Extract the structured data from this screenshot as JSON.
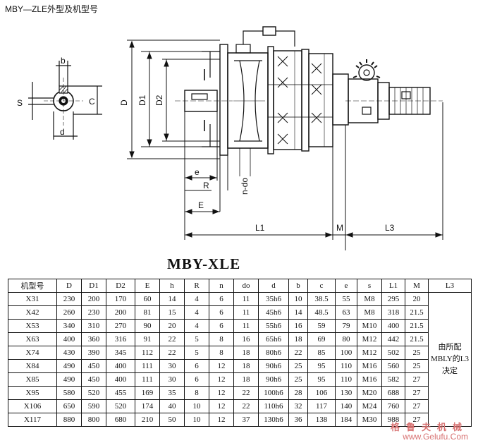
{
  "title": "MBY—ZLE外型及机型号",
  "model_caption": "MBY-XLE",
  "drawing_labels": {
    "b": "b",
    "S": "S",
    "C": "C",
    "d": "d",
    "D": "D",
    "D1": "D1",
    "D2": "D2",
    "e": "e",
    "R": "R",
    "E": "E",
    "n_do": "n-do",
    "L1": "L1",
    "M": "M",
    "L3": "L3"
  },
  "table": {
    "headers": [
      "机型号",
      "D",
      "D1",
      "D2",
      "E",
      "h",
      "R",
      "n",
      "do",
      "d",
      "b",
      "c",
      "e",
      "s",
      "L1",
      "M",
      "L3"
    ],
    "rows": [
      [
        "X31",
        "230",
        "200",
        "170",
        "60",
        "14",
        "4",
        "6",
        "11",
        "35h6",
        "10",
        "38.5",
        "55",
        "M8",
        "295",
        "20"
      ],
      [
        "X42",
        "260",
        "230",
        "200",
        "81",
        "15",
        "4",
        "6",
        "11",
        "45h6",
        "14",
        "48.5",
        "63",
        "M8",
        "318",
        "21.5"
      ],
      [
        "X53",
        "340",
        "310",
        "270",
        "90",
        "20",
        "4",
        "6",
        "11",
        "55h6",
        "16",
        "59",
        "79",
        "M10",
        "400",
        "21.5"
      ],
      [
        "X63",
        "400",
        "360",
        "316",
        "91",
        "22",
        "5",
        "8",
        "16",
        "65h6",
        "18",
        "69",
        "80",
        "M12",
        "442",
        "21.5"
      ],
      [
        "X74",
        "430",
        "390",
        "345",
        "112",
        "22",
        "5",
        "8",
        "18",
        "80h6",
        "22",
        "85",
        "100",
        "M12",
        "502",
        "25"
      ],
      [
        "X84",
        "490",
        "450",
        "400",
        "111",
        "30",
        "6",
        "12",
        "18",
        "90h6",
        "25",
        "95",
        "110",
        "M16",
        "560",
        "25"
      ],
      [
        "X85",
        "490",
        "450",
        "400",
        "111",
        "30",
        "6",
        "12",
        "18",
        "90h6",
        "25",
        "95",
        "110",
        "M16",
        "582",
        "27"
      ],
      [
        "X95",
        "580",
        "520",
        "455",
        "169",
        "35",
        "8",
        "12",
        "22",
        "100h6",
        "28",
        "106",
        "130",
        "M20",
        "688",
        "27"
      ],
      [
        "X106",
        "650",
        "590",
        "520",
        "174",
        "40",
        "10",
        "12",
        "22",
        "110h6",
        "32",
        "117",
        "140",
        "M24",
        "760",
        "27"
      ],
      [
        "X117",
        "880",
        "800",
        "680",
        "210",
        "50",
        "10",
        "12",
        "37",
        "130h6",
        "36",
        "138",
        "184",
        "M30",
        "988",
        "27"
      ]
    ],
    "l3_note": "由所配MBLY的L3决定"
  },
  "watermark": {
    "cn": "格鲁夫机械",
    "url": "www.Gelufu.Com"
  }
}
